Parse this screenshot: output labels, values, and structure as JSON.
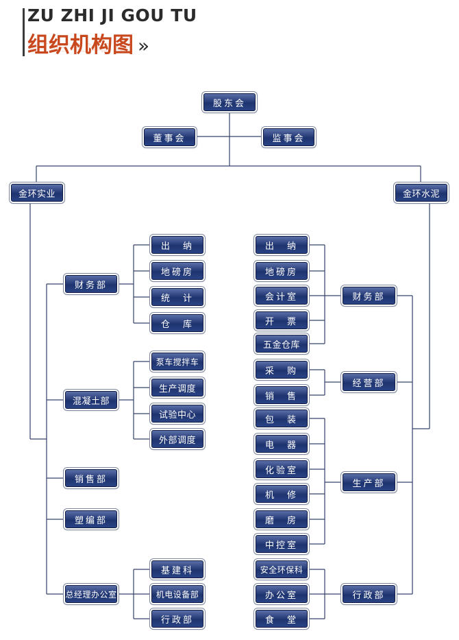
{
  "header": {
    "pinyin": "ZU ZHI JI GOU TU",
    "title": "组织机构图",
    "chevron": "»"
  },
  "nodes": {
    "gudonghui": "股东会",
    "dongshihui": "董事会",
    "jianshihui": "监事会",
    "jinhuan_shiye": "金环实业",
    "jinhuan_shuini": "金环水泥",
    "L_caiwubu": "财务部",
    "L_chuna": "出　纳",
    "L_dibangfang": "地磅房",
    "L_tongji": "统　计",
    "L_cangku": "仓　库",
    "L_hunningtu": "混凝土部",
    "L_bengche": "泵车搅拌车",
    "L_shengchan_diaodu": "生产调度",
    "L_shiyan": "试验中心",
    "L_waibu_diaodu": "外部调度",
    "L_xiaoshou": "销售部",
    "L_subian": "塑编部",
    "L_zongjingli": "总经理办公室",
    "L_jijianke": "基建科",
    "L_jidian": "机电设备部",
    "L_xingzheng": "行政部",
    "R_chuna": "出　纳",
    "R_dibangfang": "地磅房",
    "R_kuaiji": "会计室",
    "R_kaipiao": "开　票",
    "R_wujin": "五金仓库",
    "R_caiwubu": "财务部",
    "R_caigou": "采　购",
    "R_xiaoshou": "销　售",
    "R_jingying": "经营部",
    "R_baozhuang": "包　装",
    "R_dianqi": "电　器",
    "R_huayan": "化验室",
    "R_jixiu": "机　修",
    "R_mofang": "磨　房",
    "R_zhongkong": "中控室",
    "R_shengchan": "生产部",
    "R_anquan": "安全环保科",
    "R_bangong": "办公室",
    "R_shitang": "食　堂",
    "R_xingzheng": "行政部"
  }
}
